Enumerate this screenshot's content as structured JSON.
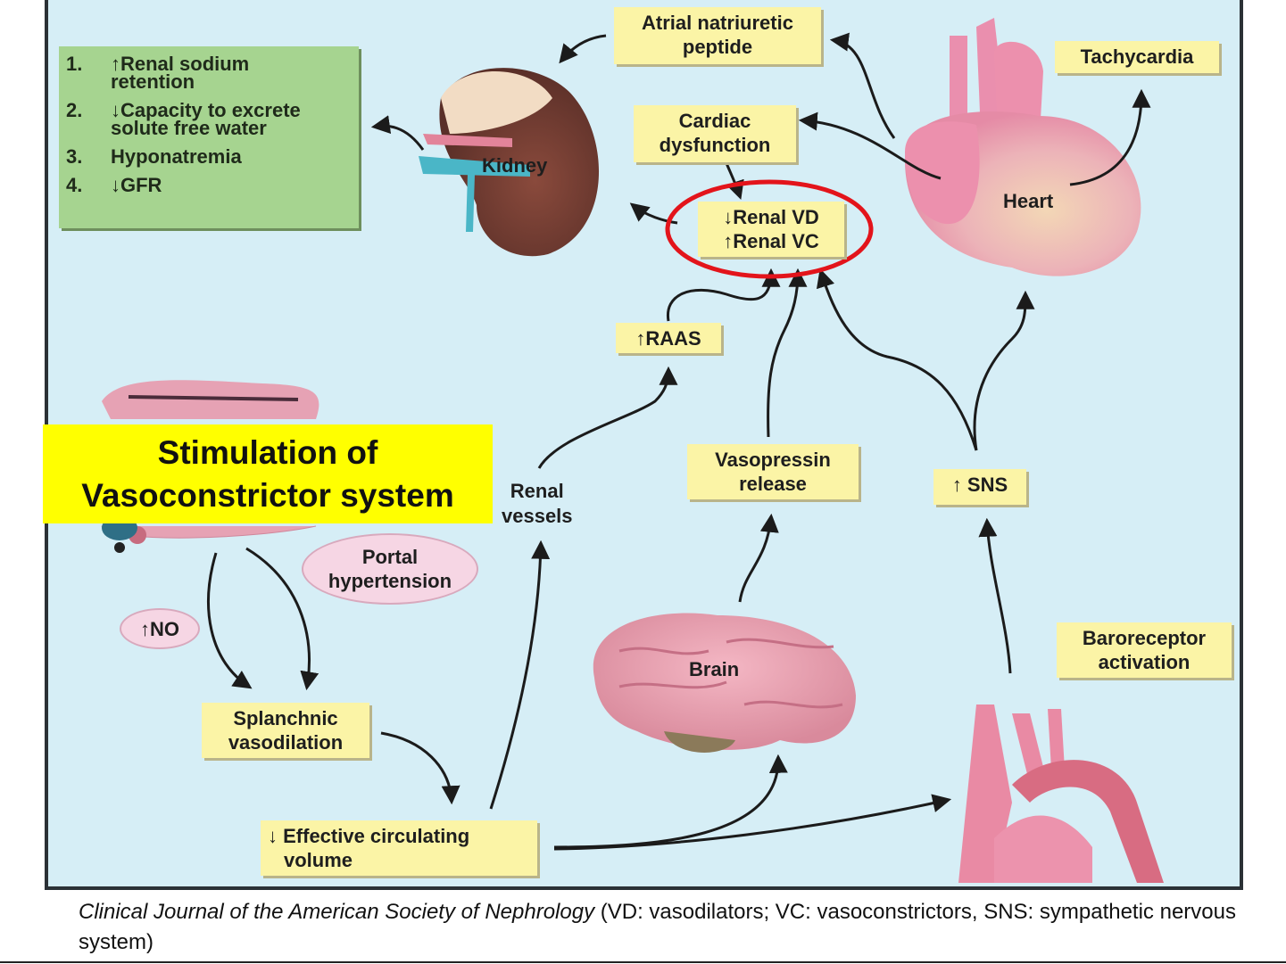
{
  "figure": {
    "background_color": "#d6eef6",
    "consequences_box": {
      "items": [
        {
          "num": "1.",
          "arrow": "↑",
          "text_line1": "Renal sodium",
          "text_line2": "retention"
        },
        {
          "num": "2.",
          "arrow": "↓",
          "text_line1": "Capacity to excrete",
          "text_line2": "solute free water"
        },
        {
          "num": "3.",
          "arrow": "",
          "text_line1": "Hyponatremia",
          "text_line2": ""
        },
        {
          "num": "4.",
          "arrow": "↓",
          "text_line1": "GFR",
          "text_line2": ""
        }
      ],
      "color": "#a6d490"
    },
    "boxes": {
      "anp": {
        "line1": "Atrial natriuretic",
        "line2": "peptide"
      },
      "tachycardia": {
        "line1": "Tachycardia"
      },
      "cardiac_dysfunction": {
        "line1": "Cardiac",
        "line2": "dysfunction"
      },
      "renal_vd_vc": {
        "line1": "↓Renal VD",
        "line2": "↑Renal VC"
      },
      "raas": {
        "line1": "↑RAAS"
      },
      "vasopressin": {
        "line1": "Vasopressin",
        "line2": "release"
      },
      "sns": {
        "line1": "↑ SNS"
      },
      "baroreceptor": {
        "line1": "Baroreceptor",
        "line2": "activation"
      },
      "splanchnic": {
        "line1": "Splanchnic",
        "line2": "vasodilation"
      },
      "effective_volume": {
        "line1": "↓ Effective circulating",
        "line2": "volume"
      }
    },
    "ovals": {
      "portal_hypertension": {
        "line1": "Portal",
        "line2": "hypertension"
      },
      "no": {
        "line1": "↑NO"
      }
    },
    "organ_labels": {
      "kidney": "Kidney",
      "heart": "Heart",
      "brain": "Brain",
      "renal_vessels_line1": "Renal",
      "renal_vessels_line2": "vessels"
    },
    "highlight_ellipse_color": "#e3141b",
    "box_color": "#fbf4a6"
  },
  "banner": {
    "line1": "Stimulation of",
    "line2": "Vasoconstrictor system",
    "color": "#ffff00"
  },
  "caption": {
    "source_italic": "Clinical Journal of the American Society of Nephrology",
    "rest": " (VD: vasodilators; VC: vasoconstrictors, SNS: sympathetic nervous system)"
  }
}
